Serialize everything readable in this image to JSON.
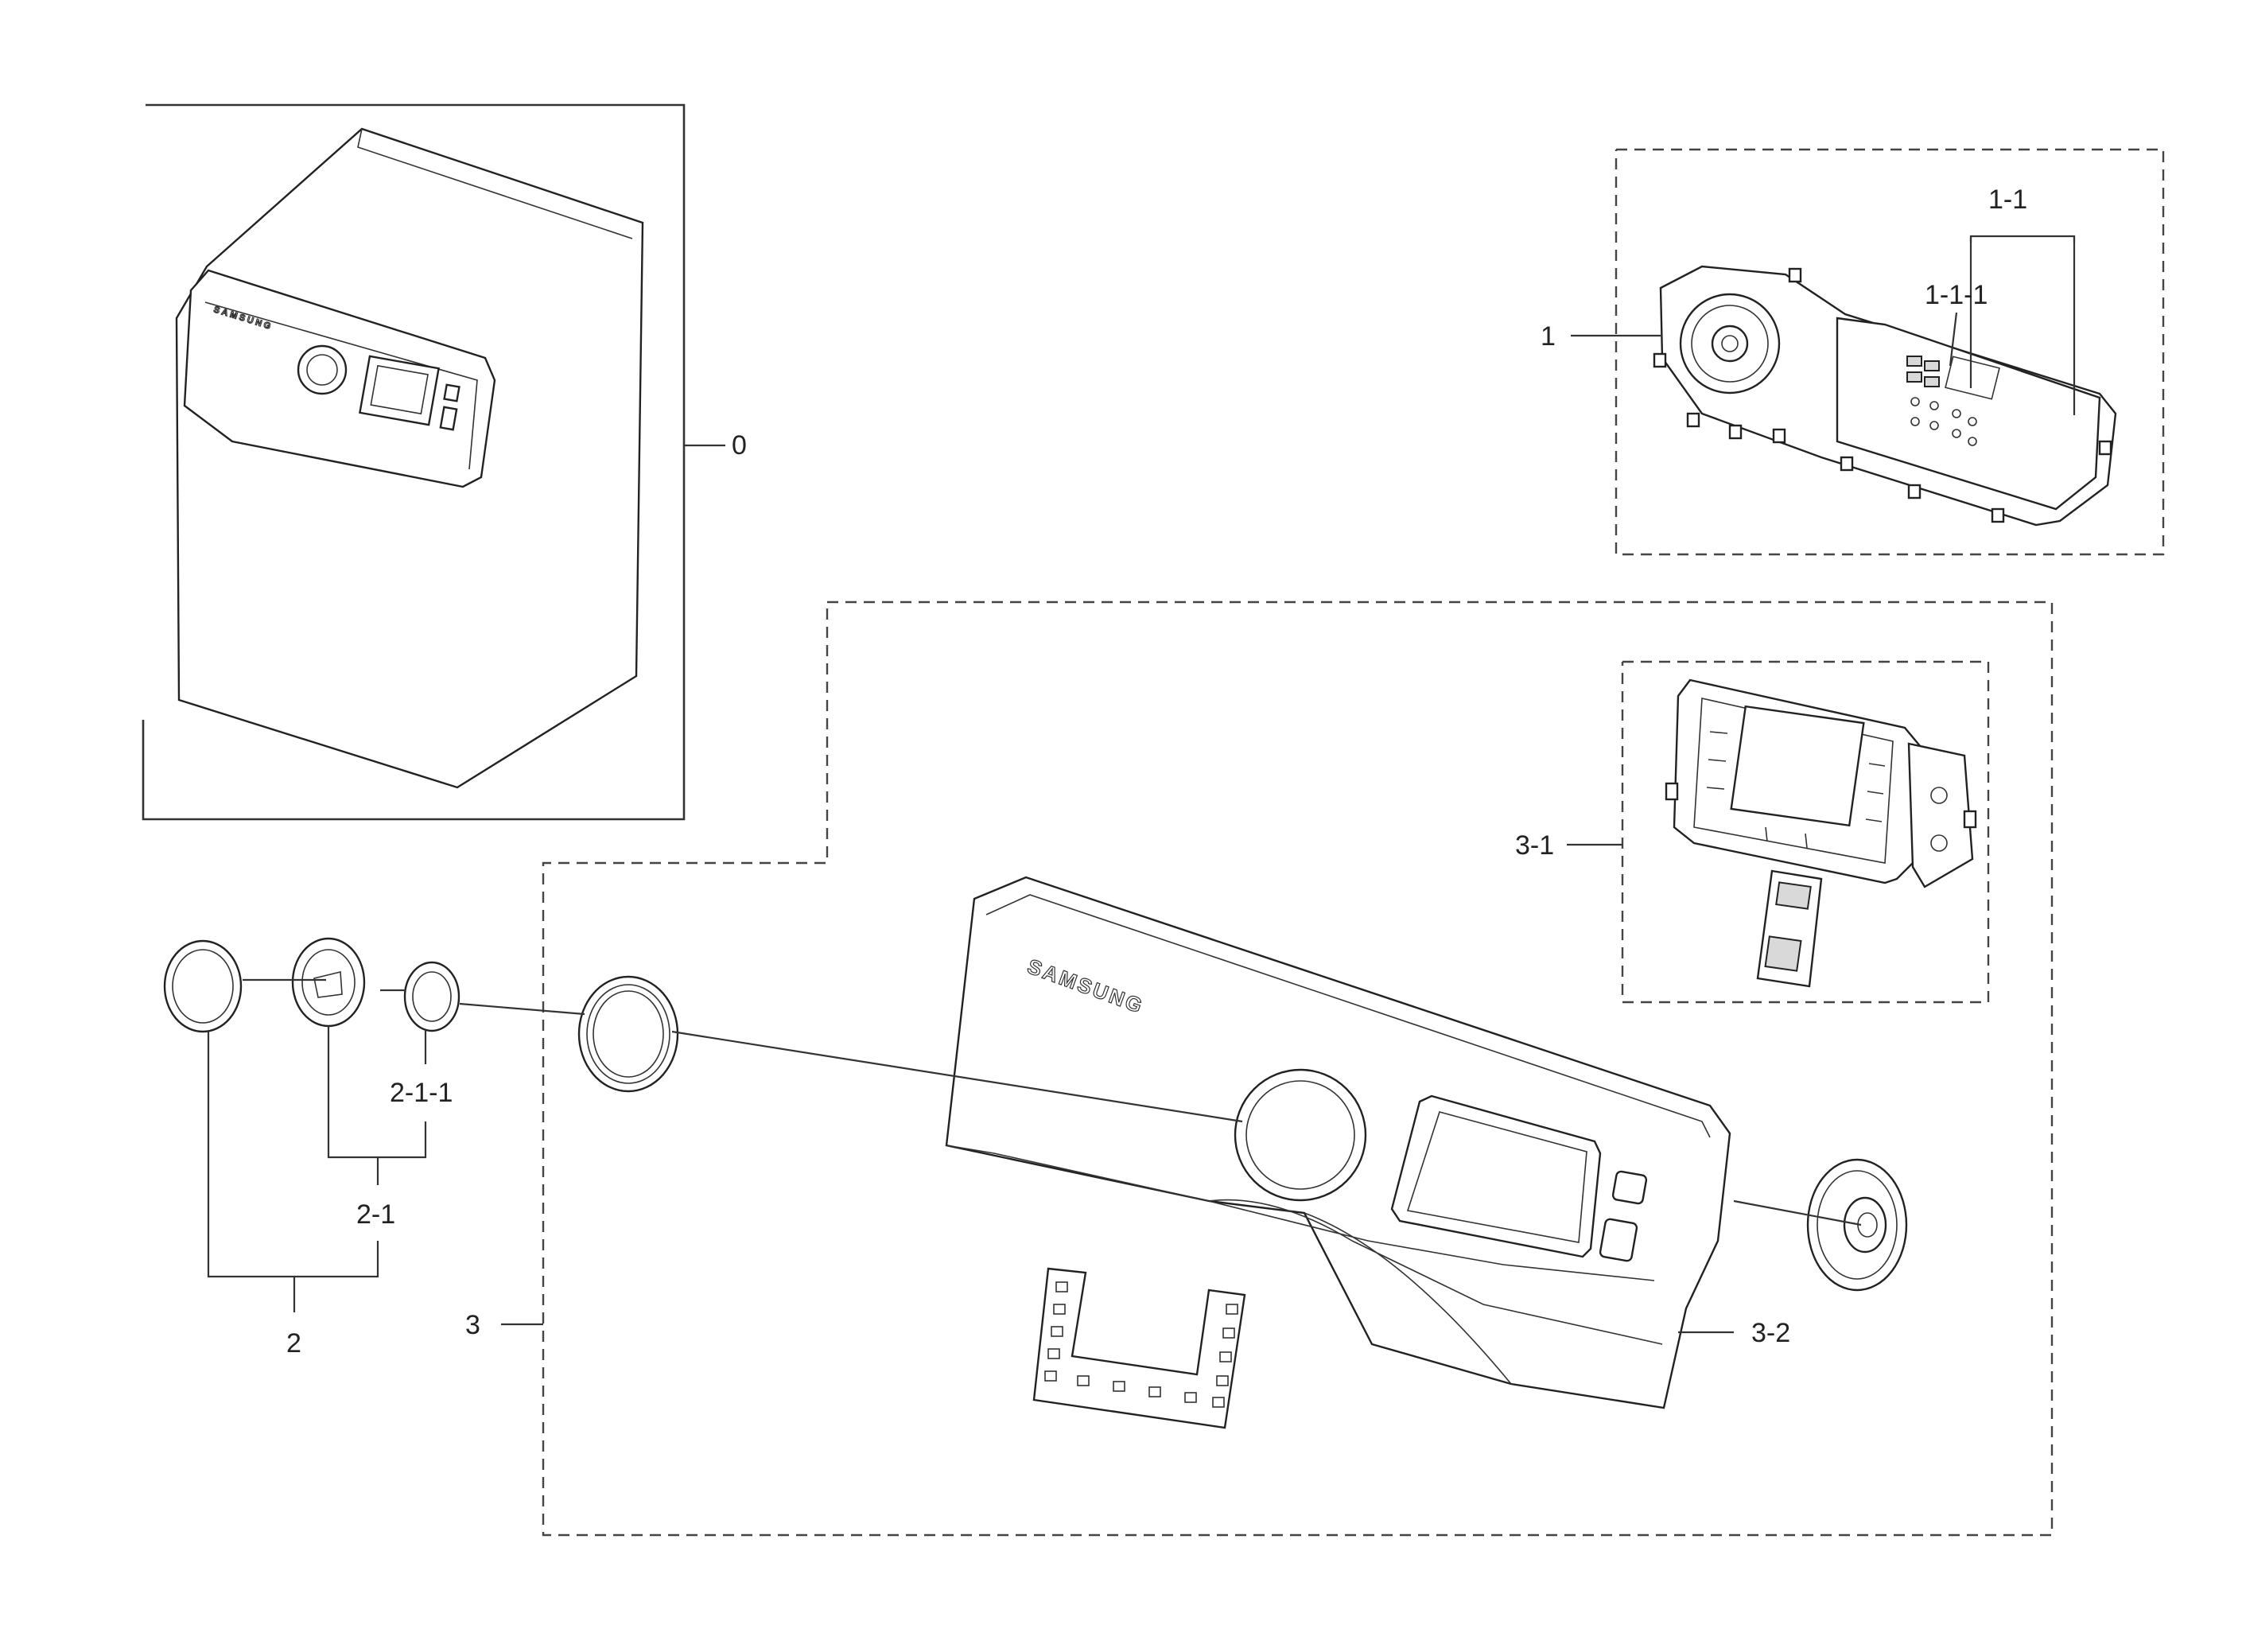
{
  "callouts": {
    "c0": "0",
    "c1": "1",
    "c1_1": "1-1",
    "c1_1_1": "1-1-1",
    "c2": "2",
    "c2_1": "2-1",
    "c2_1_1": "2-1-1",
    "c3": "3",
    "c3_1": "3-1",
    "c3_2": "3-2"
  },
  "brand_text": "SAMSUNG"
}
